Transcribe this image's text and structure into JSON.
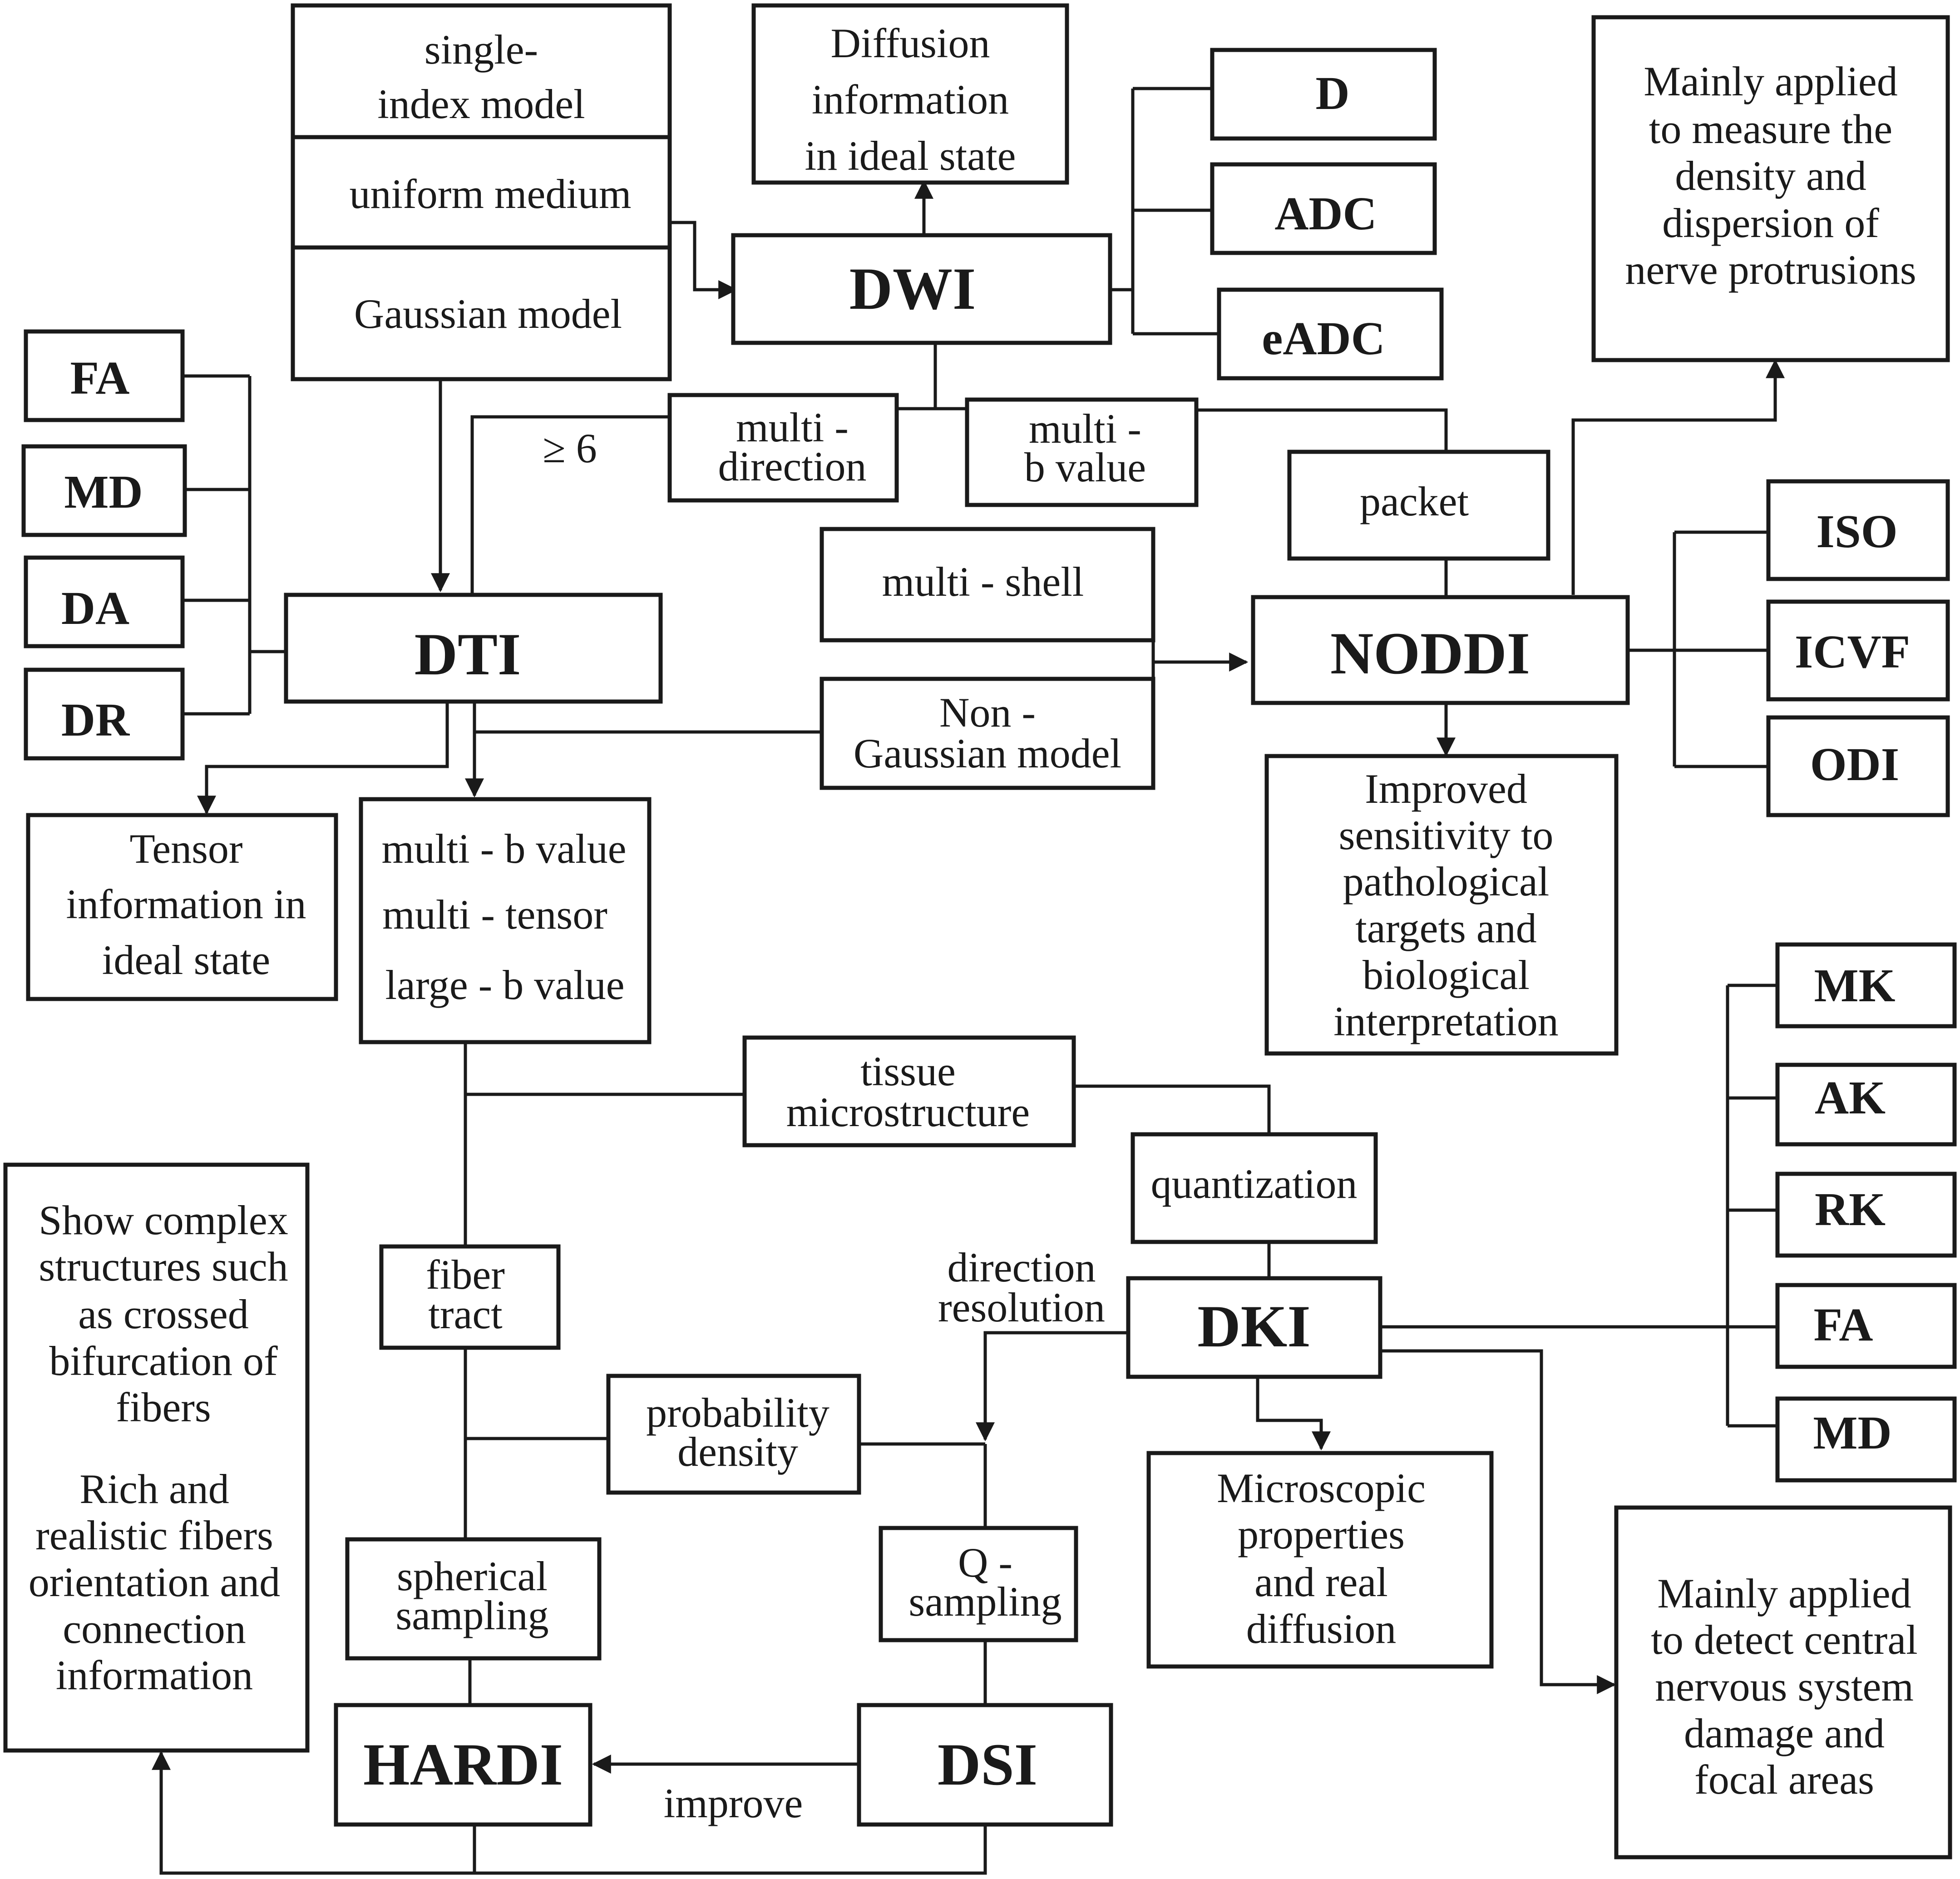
{
  "nodes": {
    "assumptions": {
      "single_index": [
        "single-",
        "index model"
      ],
      "uniform": [
        "uniform medium"
      ],
      "gaussian": [
        "Gaussian model"
      ]
    },
    "diffusion_info": [
      "Diffusion",
      "information",
      "in ideal state"
    ],
    "dwi": [
      "DWI"
    ],
    "d": [
      "D"
    ],
    "adc": [
      "ADC"
    ],
    "eadc": [
      "eADC"
    ],
    "nerve_protrusions": [
      "Mainly applied",
      "to measure the",
      "density and",
      "dispersion of",
      "nerve protrusions"
    ],
    "fa_dti": [
      "FA"
    ],
    "md_dti": [
      "MD"
    ],
    "da": [
      "DA"
    ],
    "dr": [
      "DR"
    ],
    "ge6": [
      "≥ 6"
    ],
    "multi_direction": [
      "multi -",
      "direction"
    ],
    "multi_b_value": [
      "multi -",
      "b value"
    ],
    "packet": [
      "packet"
    ],
    "iso": [
      "ISO"
    ],
    "icvf": [
      "ICVF"
    ],
    "odi": [
      "ODI"
    ],
    "multi_shell": [
      "multi - shell"
    ],
    "dti": [
      "DTI"
    ],
    "noddi": [
      "NODDI"
    ],
    "non_gaussian": [
      "Non -",
      "Gaussian model"
    ],
    "tensor_info": [
      "Tensor",
      "information in",
      "ideal state"
    ],
    "dti_extensions": [
      "multi - b value",
      "multi - tensor",
      "large - b value"
    ],
    "improved_sensitivity": [
      "Improved",
      "sensitivity to",
      "pathological",
      "targets and",
      "biological",
      "interpretation"
    ],
    "mk": [
      "MK"
    ],
    "ak": [
      "AK"
    ],
    "rk": [
      "RK"
    ],
    "fa_dki": [
      "FA"
    ],
    "md_dki": [
      "MD"
    ],
    "tissue_micro": [
      "tissue",
      "microstructure"
    ],
    "quantization": [
      "quantization"
    ],
    "complex_structures": [
      "Show complex",
      "structures such",
      "as crossed",
      "bifurcation of",
      "fibers",
      "",
      "Rich and",
      "realistic fibers",
      "orientation and",
      "connection",
      "information"
    ],
    "fiber_tract": [
      "fiber",
      "tract"
    ],
    "direction_resolution": [
      "direction",
      "resolution"
    ],
    "dki": [
      "DKI"
    ],
    "probability_density": [
      "probability",
      "density"
    ],
    "microscopic": [
      "Microscopic",
      "properties",
      "and real",
      "diffusion"
    ],
    "cns_damage": [
      "Mainly applied",
      "to detect central",
      "nervous system",
      "damage and",
      "focal areas"
    ],
    "spherical_sampling": [
      "spherical",
      "sampling"
    ],
    "q_sampling": [
      "Q -",
      "sampling"
    ],
    "hardi": [
      "HARDI"
    ],
    "dsi": [
      "DSI"
    ],
    "improve": [
      "improve"
    ]
  }
}
